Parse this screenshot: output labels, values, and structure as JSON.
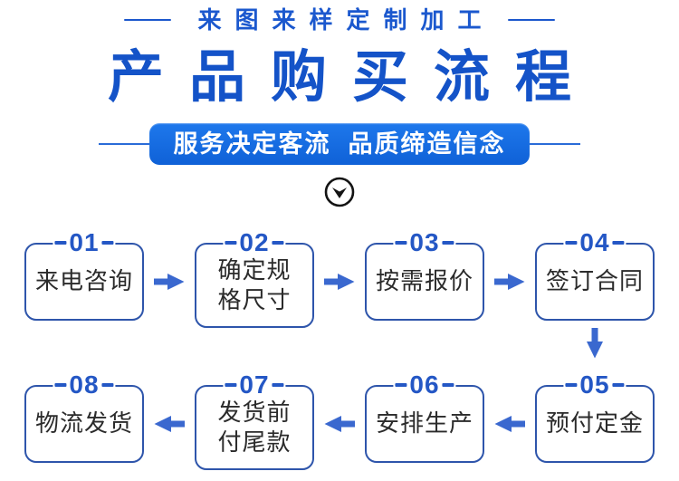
{
  "header": {
    "tagline": "来图来样定制加工",
    "title": "产品购买流程",
    "banner": "服务决定客流  品质缔造信念"
  },
  "flow": {
    "steps": [
      {
        "num": "01",
        "label": "来电咨询"
      },
      {
        "num": "02",
        "label": "确定规\n格尺寸"
      },
      {
        "num": "03",
        "label": "按需报价"
      },
      {
        "num": "04",
        "label": "签订合同"
      },
      {
        "num": "05",
        "label": "预付定金"
      },
      {
        "num": "06",
        "label": "安排生产"
      },
      {
        "num": "07",
        "label": "发货前\n付尾款"
      },
      {
        "num": "08",
        "label": "物流发货"
      }
    ]
  },
  "icons": {
    "circle_chevron_down": "circle-chevron-down-icon",
    "arrow_right": "arrow-right-icon",
    "arrow_left": "arrow-left-icon",
    "arrow_down": "arrow-down-icon"
  },
  "colors": {
    "title_blue": "#1453c8",
    "tagline_blue": "#1b58ce",
    "banner_blue": "#1468dd",
    "box_border_blue": "#2e55ab",
    "number_blue": "#2457c5",
    "arrow_blue": "#3a68cf",
    "body_text": "#2b2b2b",
    "chevron_black": "#141414"
  }
}
